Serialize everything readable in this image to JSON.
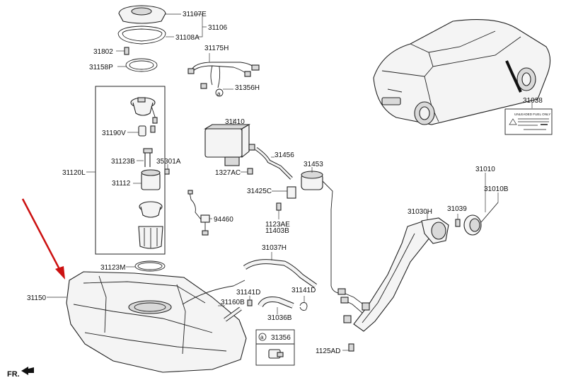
{
  "labels": {
    "p31107E": "31107E",
    "p31106": "31106",
    "p31108A": "31108A",
    "p31802": "31802",
    "p31158P": "31158P",
    "p31175H": "31175H",
    "p31356H": "31356H",
    "p31190V": "31190V",
    "p31123B": "31123B",
    "p35301A": "35301A",
    "p31120L": "31120L",
    "p31112": "31112",
    "p94460": "94460",
    "p31123M": "31123M",
    "p31150": "31150",
    "p31410": "31410",
    "p1327AC": "1327AC",
    "p31456": "31456",
    "p31453": "31453",
    "p31425C": "31425C",
    "p1123AE": "1123AE",
    "p11403B": "11403B",
    "p31037H": "31037H",
    "p31141D_left": "31141D",
    "p31141D_right": "31141D",
    "p31160B": "31160B",
    "p31036B": "31036B",
    "p31356": "31356",
    "p1125AD": "1125AD",
    "p31030H": "31030H",
    "p31039": "31039",
    "p31010": "31010",
    "p31010B": "31010B",
    "p31038": "31038"
  },
  "callout_marker": "a",
  "orientation_label": "FR.",
  "fuel_label_text": "UNLEADED FUEL ONLY",
  "colors": {
    "arrow": "#cc1111",
    "line": "#222222",
    "fill": "#f4f4f4"
  },
  "icons": [
    "fuel-tank-icon",
    "fuel-pump-icon",
    "canister-icon",
    "filler-neck-icon",
    "car-icon",
    "red-pointer-arrow-icon",
    "forward-arrow-icon"
  ]
}
